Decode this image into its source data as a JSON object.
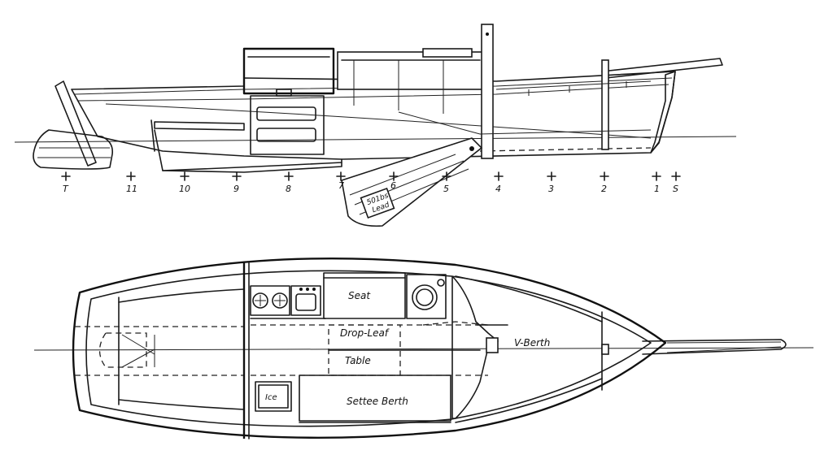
{
  "stations": [
    {
      "label": "T"
    },
    {
      "label": "11"
    },
    {
      "label": "10"
    },
    {
      "label": "9"
    },
    {
      "label": "8"
    },
    {
      "label": "7"
    },
    {
      "label": "6"
    },
    {
      "label": "5"
    },
    {
      "label": "4"
    },
    {
      "label": "3"
    },
    {
      "label": "2"
    },
    {
      "label": "1"
    },
    {
      "label": "S"
    }
  ],
  "keel_label": {
    "line1": "501bs",
    "line2": "Lead"
  },
  "plan_labels": {
    "seat": "Seat",
    "drop_leaf": "Drop-Leaf",
    "table": "Table",
    "v_berth": "V-Berth",
    "ice": "Ice",
    "settee_berth": "Settee Berth"
  }
}
